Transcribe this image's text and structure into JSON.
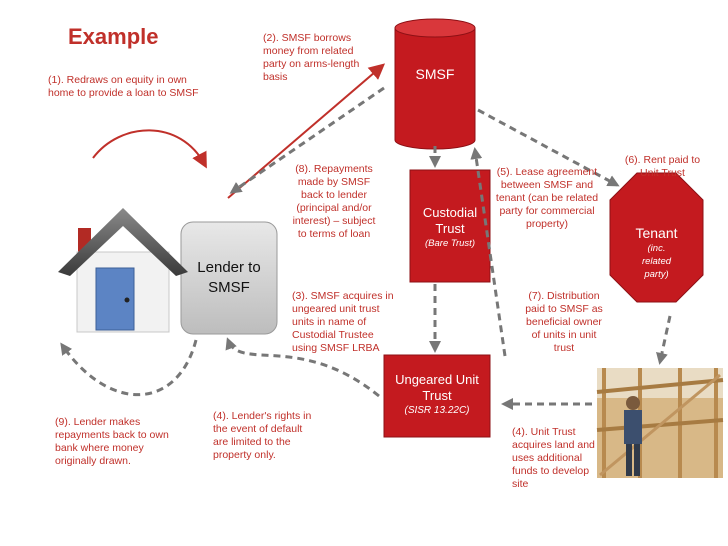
{
  "title": "Example",
  "nodes": {
    "smsf": {
      "label": "SMSF"
    },
    "lender": {
      "label_line1": "Lender to",
      "label_line2": "SMSF"
    },
    "custodial": {
      "label_line1": "Custodial",
      "label_line2": "Trust",
      "sub": "(Bare Trust)"
    },
    "tenant": {
      "label": "Tenant",
      "sub_line1": "(inc.",
      "sub_line2": "related",
      "sub_line3": "party)"
    },
    "unit_trust": {
      "label_line1": "Ungeared Unit",
      "label_line2": "Trust",
      "sub": "(SISR 13.22C)"
    }
  },
  "steps": {
    "s1": [
      "(1). Redraws on equity in own",
      "home to provide a loan to SMSF"
    ],
    "s2": [
      "(2). SMSF borrows",
      "money from related",
      "party on arms-length",
      "basis"
    ],
    "s3": [
      "(3). SMSF acquires in",
      "ungeared unit trust",
      "units in name of",
      "Custodial Trustee",
      "using SMSF LRBA"
    ],
    "s4a": [
      "(4). Lender's rights in",
      "the event of default",
      "are limited to the",
      "property only."
    ],
    "s4b": [
      "(4). Unit Trust",
      "acquires land and",
      "uses additional",
      "funds to develop",
      "site"
    ],
    "s5": [
      "(5). Lease agreement",
      "between SMSF and",
      "tenant (can be related",
      "party for commercial",
      "property)"
    ],
    "s6": [
      "(6). Rent paid to",
      "Unit Trust"
    ],
    "s7": [
      "(7). Distribution",
      "paid to SMSF as",
      "beneficial owner",
      "of units in unit",
      "trust"
    ],
    "s8": [
      "(8). Repayments",
      "made by SMSF",
      "back to lender",
      "(principal and/or",
      "interest) – subject",
      "to terms of loan"
    ],
    "s9": [
      "(9).  Lender makes",
      "repayments back to own",
      "bank where money",
      "originally drawn."
    ]
  },
  "colors": {
    "accent": "#c0302a",
    "node_red": "#c41a1f",
    "lender_gray": "#d0d0d0"
  }
}
